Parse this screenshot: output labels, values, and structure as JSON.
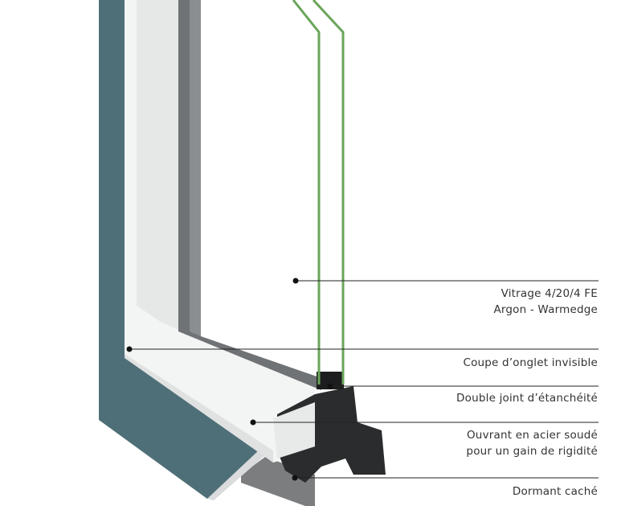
{
  "colors": {
    "wall": "#4f6f78",
    "frame": "#f4f5f5",
    "glass_edge": "#6aa55a",
    "profile": "#2a2c2e",
    "leader": "#222222"
  },
  "callouts": [
    {
      "lines": [
        "Vitrage 4/20/4 FE",
        "Argon - Warmedge"
      ]
    },
    {
      "lines": [
        "Coupe d’onglet invisible"
      ]
    },
    {
      "lines": [
        "Double joint d’étanchéité"
      ]
    },
    {
      "lines": [
        "Ouvrant en acier soudé",
        "pour un gain de rigidité"
      ]
    },
    {
      "lines": [
        "Dormant caché"
      ]
    }
  ]
}
